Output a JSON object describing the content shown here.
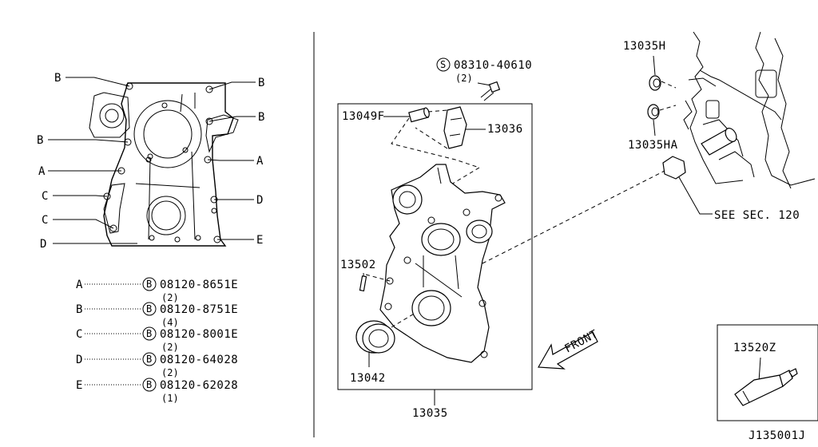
{
  "left_view": {
    "letters": {
      "b1": "B",
      "b2": "B",
      "b3": "B",
      "b4": "B",
      "a1": "A",
      "a2": "A",
      "c1": "C",
      "c2": "C",
      "d1": "D",
      "d2": "D",
      "e1": "E"
    }
  },
  "legend": [
    {
      "key": "A",
      "symbol": "B",
      "part": "08120-8651E",
      "qty": "(2)"
    },
    {
      "key": "B",
      "symbol": "B",
      "part": "08120-8751E",
      "qty": "(4)"
    },
    {
      "key": "C",
      "symbol": "B",
      "part": "08120-8001E",
      "qty": "(2)"
    },
    {
      "key": "D",
      "symbol": "B",
      "part": "08120-64028",
      "qty": "(2)"
    },
    {
      "key": "E",
      "symbol": "B",
      "part": "08120-62028",
      "qty": "(1)"
    }
  ],
  "parts": {
    "screw_symbol": "S",
    "screw_part": "08310-40610",
    "screw_qty": "(2)",
    "p13049f": "13049F",
    "p13036": "13036",
    "p13502": "13502",
    "p13042": "13042",
    "p13035": "13035",
    "p13035h": "13035H",
    "p13035ha": "13035HA",
    "p13520z": "13520Z",
    "see_sec": "SEE SEC. 120",
    "front": "FRONT"
  },
  "footer": {
    "diagram_id": "J135001J"
  }
}
